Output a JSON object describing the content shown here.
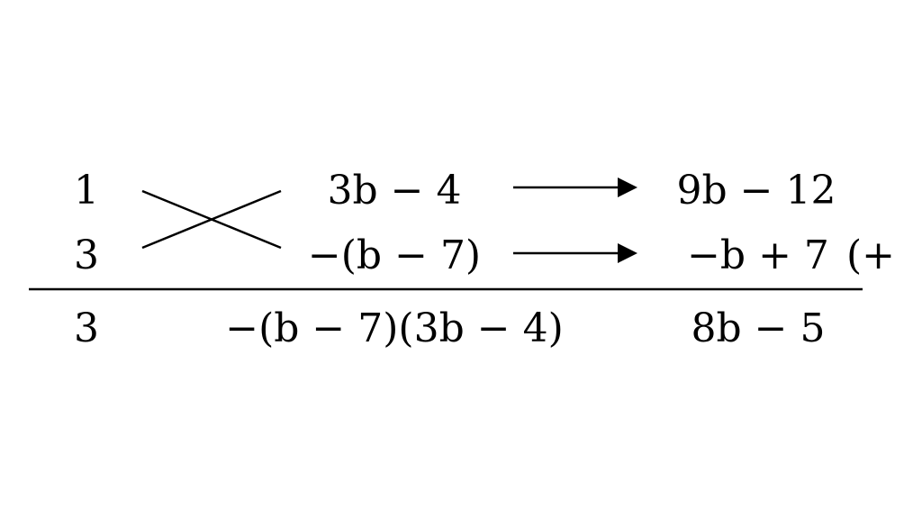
{
  "top_row": {
    "left_factor": "1",
    "middle_term": "3b − 4",
    "right_term": "9b − 12"
  },
  "bottom_row": {
    "left_factor": "3",
    "middle_term": "−(b − 7)",
    "right_term": "−b + 7",
    "trailing_note": "(+"
  },
  "result_row": {
    "left_factor": "3",
    "middle_term": "−(b − 7)(3b − 4)",
    "right_term": "8b − 5"
  },
  "colors": {
    "ink": "#000000",
    "background": "#ffffff"
  }
}
